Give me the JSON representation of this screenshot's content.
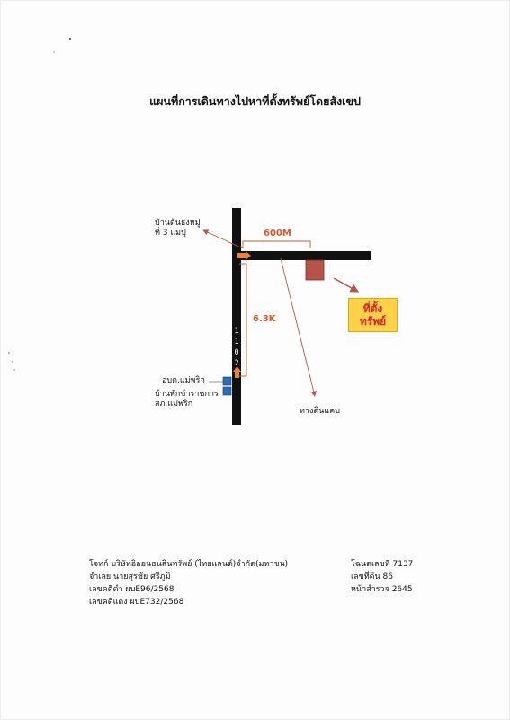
{
  "title": "แผนที่การเดินทางไปหาที่ตั้งทรัพย์โดยสังเขป",
  "map": {
    "village_label_line1": "บ้านต้นธงหมู่",
    "village_label_line2": "ที่ 3 แม่ปุ",
    "distance_horizontal": "600M",
    "distance_vertical": "6.3K",
    "road_number_chars": [
      "1",
      "1",
      "0",
      "2"
    ],
    "site_label_line1": "ที่ตั้ง",
    "site_label_line2": "ทรัพย์",
    "office_label": "อบต.แม่พริก",
    "lodge_label_line1": "บ้านพักข้าราชการ",
    "lodge_label_line2": "สภ.แม่พริก",
    "dirt_road_label": "ทางดินแคบ",
    "colors": {
      "road": "#111111",
      "arrow_orange": "#e8823a",
      "site_marker": "#b5544a",
      "building_blue": "#2e6db4",
      "annotation_red": "#d35a2e"
    }
  },
  "footer": {
    "left": [
      "โจทก์ บริษัทอิออนธนสินทรัพย์ (ไทยแลนด์)จำกัด(มหาชน)",
      "จำเลย นายสุรชัย ศรีภูมิ",
      "เลขคดีดำ ผบE96/2568",
      "เลขคดีแดง ผบE732/2568"
    ],
    "right": [
      "โฉนดเลขที่ 7137",
      "เลขที่ดิน 86",
      "หน้าสำรวจ  2645"
    ]
  }
}
